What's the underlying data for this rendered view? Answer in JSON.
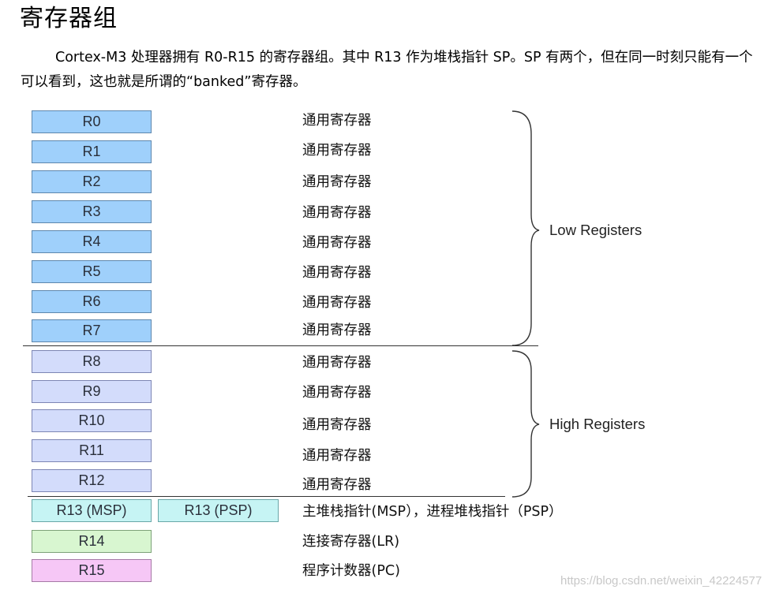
{
  "heading": "寄存器组",
  "paragraph": "Cortex-M3 处理器拥有 R0-R15 的寄存器组。其中 R13 作为堆栈指针 SP。SP 有两个，但在同一时刻只能有一个可以看到，这也就是所谓的“banked”寄存器。",
  "registers": {
    "r0": "R0",
    "r1": "R1",
    "r2": "R2",
    "r3": "R3",
    "r4": "R4",
    "r5": "R5",
    "r6": "R6",
    "r7": "R7",
    "r8": "R8",
    "r9": "R9",
    "r10": "R10",
    "r11": "R11",
    "r12": "R12",
    "r13_msp": "R13 (MSP)",
    "r13_psp": "R13 (PSP)",
    "r14": "R14",
    "r15": "R15"
  },
  "descriptions": {
    "general": "通用寄存器",
    "sp": "主堆栈指针(MSP），进程堆栈指针（PSP）",
    "lr": "连接寄存器(LR)",
    "pc": "程序计数器(PC)"
  },
  "groups": {
    "low": "Low Registers",
    "high": "High Registers"
  },
  "watermark": "https://blog.csdn.net/weixin_42224577",
  "colors": {
    "low_fill": "#9fd0fb",
    "high_fill": "#d3dcfb",
    "sp_fill": "#c6f4f4",
    "lr_fill": "#d8f6d0",
    "pc_fill": "#f6c7f6"
  }
}
